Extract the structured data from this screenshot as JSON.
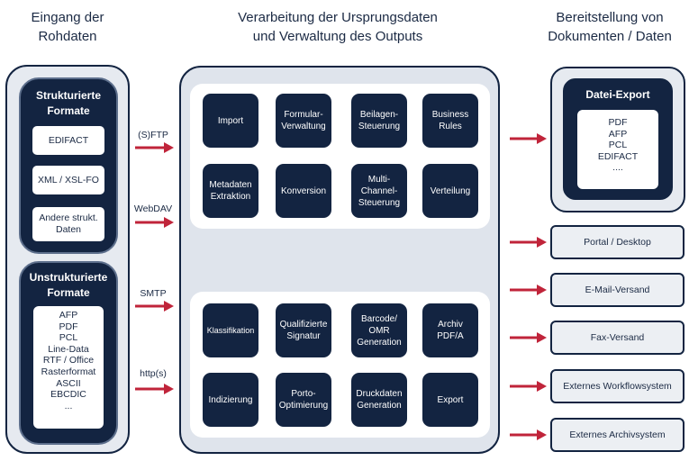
{
  "headings": {
    "input": [
      "Eingang der",
      "Rohdaten"
    ],
    "processing": [
      "Verarbeitung der Ursprungsdaten",
      "und Verwaltung des Outputs"
    ],
    "output": [
      "Bereitstellung von",
      "Dokumenten / Daten"
    ]
  },
  "structured": {
    "title": [
      "Strukturierte",
      "Formate"
    ],
    "items": [
      "EDIFACT",
      "XML / XSL-FO",
      "Andere strukt.\nDaten"
    ]
  },
  "unstructured": {
    "title": [
      "Unstrukturierte",
      "Formate"
    ],
    "items": [
      "AFP",
      "PDF",
      "PCL",
      "Line-Data",
      "RTF / Office",
      "Rasterformat",
      "ASCII",
      "EBCDIC",
      "..."
    ]
  },
  "protocols": [
    "(S)FTP",
    "WebDAV",
    "SMTP",
    "http(s)"
  ],
  "processing_top": [
    "Import",
    "Formular-\nVerwaltung",
    "Beilagen-\nSteuerung",
    "Business\nRules",
    "Metadaten\nExtraktion",
    "Konversion",
    "Multi-\nChannel-\nSteuerung",
    "Verteilung"
  ],
  "processing_bottom": [
    "Klassifikation",
    "Qualifizierte\nSignatur",
    "Barcode/\nOMR\nGeneration",
    "Archiv\nPDF/A",
    "Indizierung",
    "Porto-\nOptimierung",
    "Druckdaten\nGeneration",
    "Export"
  ],
  "file_export": {
    "title": "Datei-Export",
    "items": [
      "PDF",
      "AFP",
      "PCL",
      "EDIFACT",
      "...."
    ]
  },
  "outputs": [
    "Portal / Desktop",
    "E-Mail-Versand",
    "Fax-Versand",
    "Externes Workflowsystem",
    "Externes Archivsystem"
  ],
  "colors": {
    "navy": "#132441",
    "arrow": "#c0243a",
    "panel_grey": "#dfe4ec"
  }
}
